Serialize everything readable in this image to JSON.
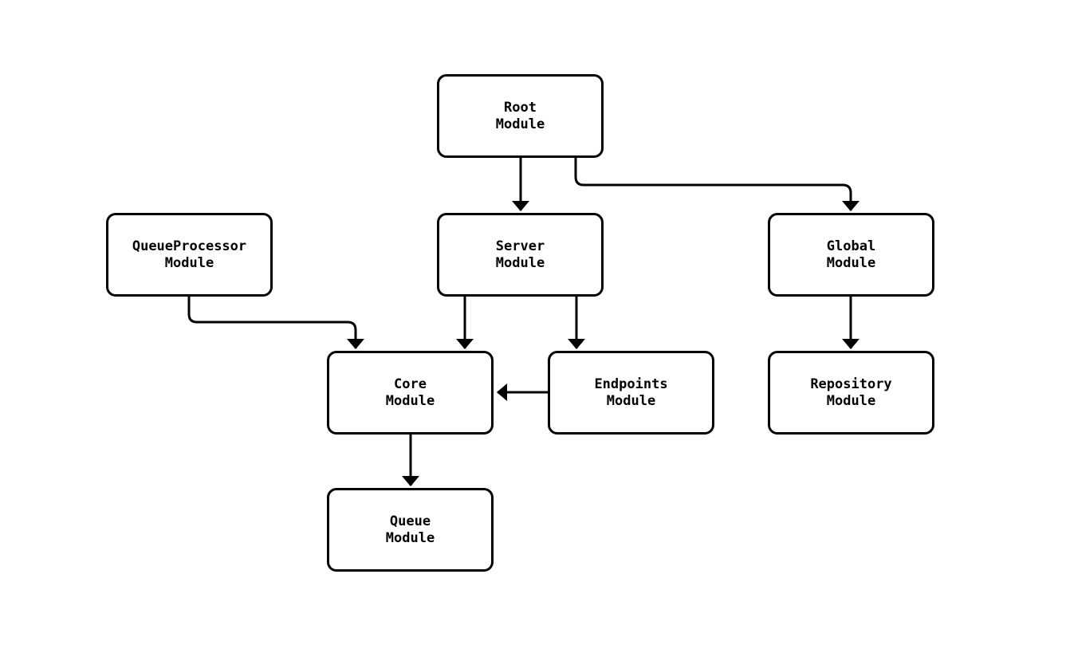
{
  "diagram": {
    "background_color": "#ffffff",
    "stroke_color": "#000000",
    "text_color": "#000000",
    "nodes": [
      {
        "id": "root",
        "line1": "Root",
        "line2": "Module"
      },
      {
        "id": "queue-processor",
        "line1": "QueueProcessor",
        "line2": "Module"
      },
      {
        "id": "server",
        "line1": "Server",
        "line2": "Module"
      },
      {
        "id": "global",
        "line1": "Global",
        "line2": "Module"
      },
      {
        "id": "core",
        "line1": "Core",
        "line2": "Module"
      },
      {
        "id": "endpoints",
        "line1": "Endpoints",
        "line2": "Module"
      },
      {
        "id": "repository",
        "line1": "Repository",
        "line2": "Module"
      },
      {
        "id": "queue",
        "line1": "Queue",
        "line2": "Module"
      }
    ],
    "edges": [
      {
        "from": "root",
        "to": "server"
      },
      {
        "from": "root",
        "to": "global"
      },
      {
        "from": "queue-processor",
        "to": "core"
      },
      {
        "from": "server",
        "to": "core"
      },
      {
        "from": "server",
        "to": "endpoints"
      },
      {
        "from": "global",
        "to": "repository"
      },
      {
        "from": "endpoints",
        "to": "core"
      },
      {
        "from": "core",
        "to": "queue"
      }
    ]
  }
}
